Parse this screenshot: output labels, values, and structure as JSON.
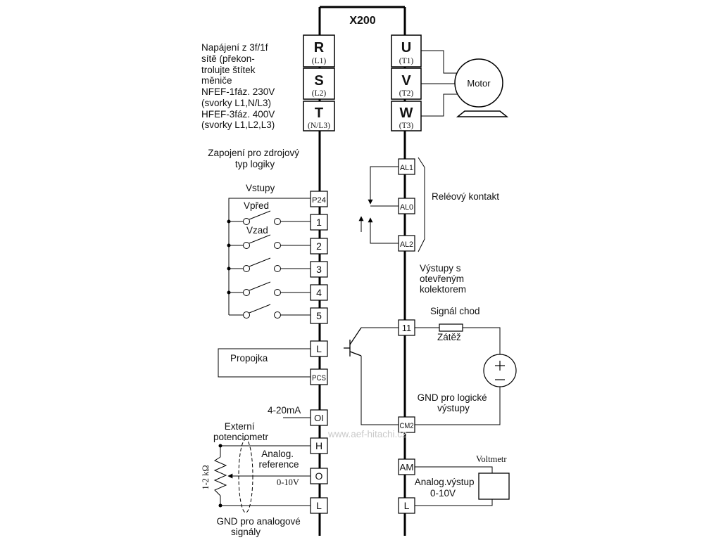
{
  "device": {
    "title": "X200"
  },
  "supply_note": [
    "Napájení z 3f/1f",
    "sítě (překon-",
    "trolujte štítek",
    "měniče",
    "NFEF-1fáz. 230V",
    "(svorky L1,N/L3)",
    "HFEF-3fáz. 400V",
    "(svorky L1,L2,L3)"
  ],
  "power_in": [
    {
      "letter": "R",
      "sub": "(L1)"
    },
    {
      "letter": "S",
      "sub": "(L2)"
    },
    {
      "letter": "T",
      "sub": "(N/L3)"
    }
  ],
  "power_out": [
    {
      "letter": "U",
      "sub": "(T1)"
    },
    {
      "letter": "V",
      "sub": "(T2)"
    },
    {
      "letter": "W",
      "sub": "(T3)"
    }
  ],
  "motor_label": "Motor",
  "logic_note": [
    "Zapojení pro zdrojový",
    "typ logiky"
  ],
  "inputs_label": "Vstupy",
  "forward_label": "Vpřed",
  "reverse_label": "Vzad",
  "left_terminals": [
    "P24",
    "1",
    "2",
    "3",
    "4",
    "5",
    "L",
    "PCS",
    "OI",
    "H",
    "O",
    "L"
  ],
  "right_terminals": [
    "AL1",
    "AL0",
    "AL2",
    "11",
    "CM2",
    "AM",
    "L"
  ],
  "relay_label": "Reléový kontakt",
  "open_collector_note": [
    "Výstupy s",
    "otevřeným",
    "kolektorem"
  ],
  "run_signal_label": "Signál chod",
  "load_label": "Zátěž",
  "logic_gnd_note": [
    "GND pro logické",
    "výstupy"
  ],
  "jumper_label": "Propojka",
  "current_input_label": "4-20mA",
  "ext_pot_note": [
    "Externí",
    "potenciometr"
  ],
  "analog_ref_note": [
    "Analog.",
    "reference"
  ],
  "voltage_label": "0-10V",
  "pot_value": "1-2 kΩ",
  "analog_gnd_note": [
    "GND pro analogové",
    "signály"
  ],
  "voltmeter_label": "Voltmetr",
  "analog_out_note": [
    "Analog.výstup",
    "0-10V"
  ],
  "watermark": "www.aef-hitachi.cz"
}
